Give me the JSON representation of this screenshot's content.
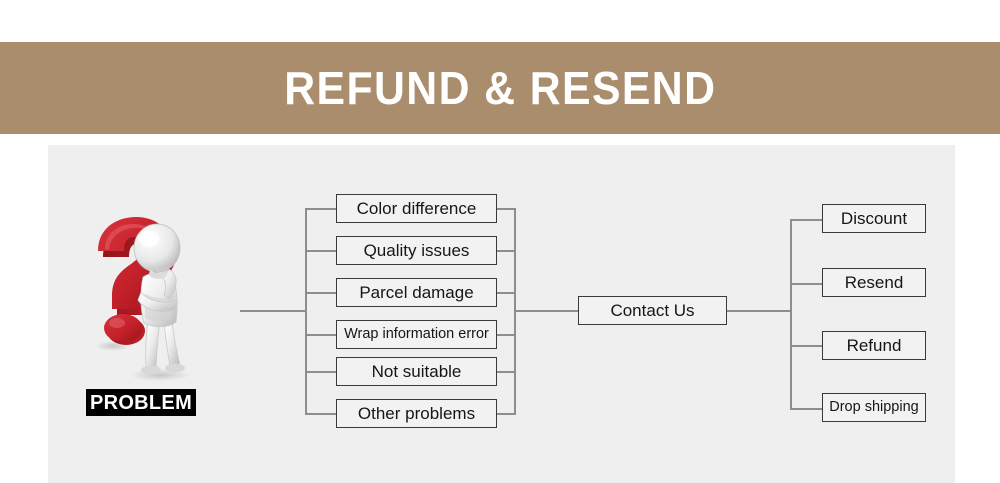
{
  "banner": {
    "title": "REFUND & RESEND",
    "background_color": "#a98d6d",
    "text_color": "#ffffff"
  },
  "panel": {
    "background_color": "#efefef"
  },
  "problem": {
    "label": "PROBLEM",
    "icon_name": "red-question-mark-thinking-person",
    "question_mark_color": "#c4212b",
    "figure_color": "#e3e3e3",
    "label_background": "#000000",
    "label_text_color": "#ffffff"
  },
  "flow": {
    "problems": [
      {
        "label": "Color difference",
        "size": "lg"
      },
      {
        "label": "Quality issues",
        "size": "lg"
      },
      {
        "label": "Parcel damage",
        "size": "lg"
      },
      {
        "label": "Wrap information error",
        "size": "sm"
      },
      {
        "label": "Not suitable",
        "size": "lg"
      },
      {
        "label": "Other problems",
        "size": "lg"
      }
    ],
    "center": {
      "label": "Contact Us"
    },
    "solutions": [
      {
        "label": "Discount",
        "size": "lg"
      },
      {
        "label": "Resend",
        "size": "lg"
      },
      {
        "label": "Refund",
        "size": "lg"
      },
      {
        "label": "Drop shipping",
        "size": "sm"
      }
    ],
    "box_border_color": "#3a3a3a",
    "box_fill_color": "#f2f2f2",
    "connector_color": "#8d8d8d"
  }
}
